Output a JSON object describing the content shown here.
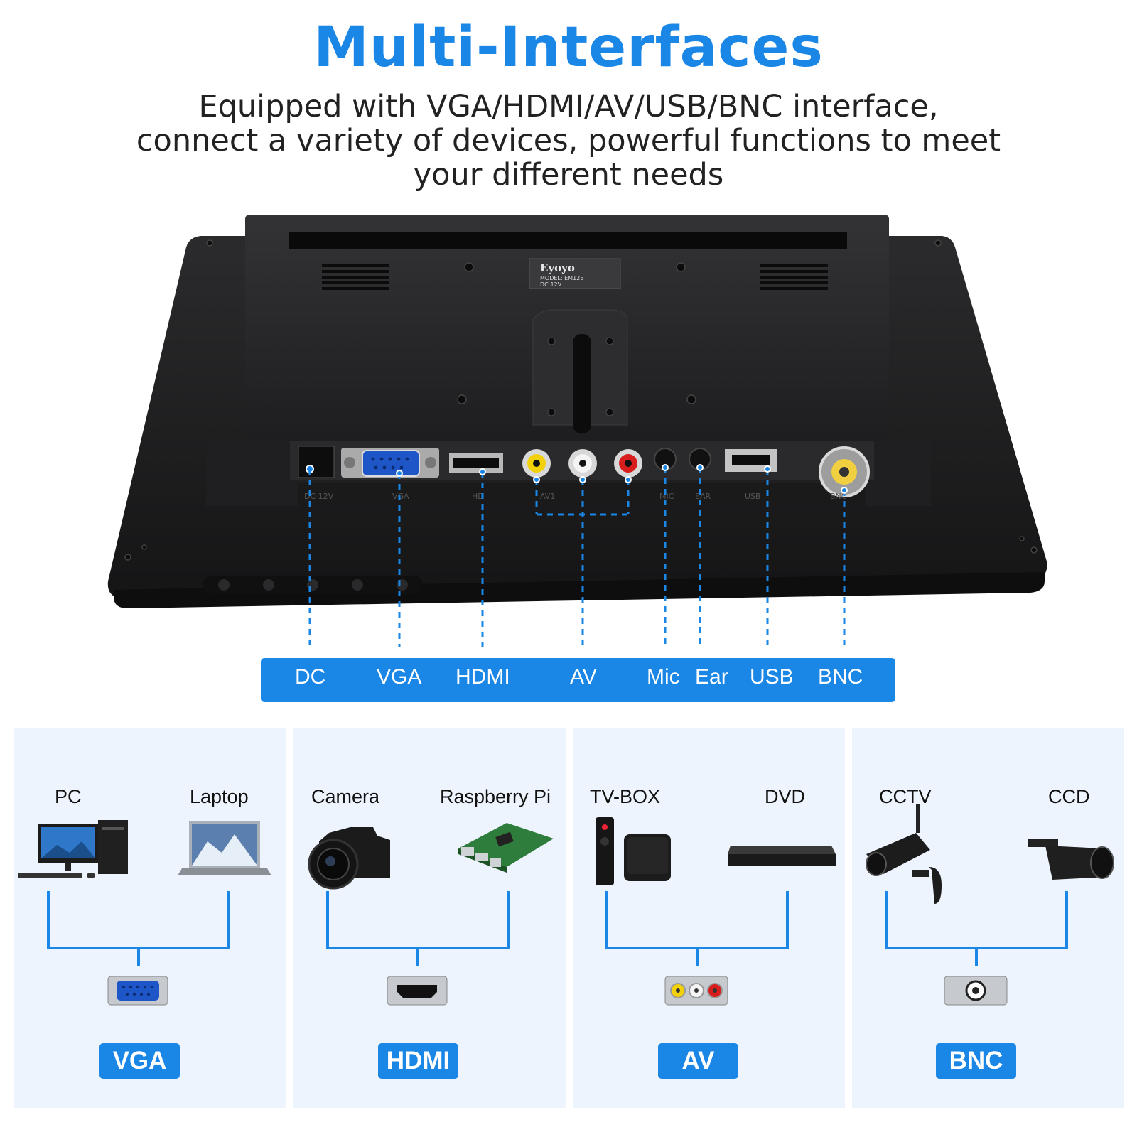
{
  "heading": {
    "title": "Multi-Interfaces",
    "subtitle_lines": [
      "Equipped with VGA/HDMI/AV/USB/BNC interface,",
      "connect a variety of devices, powerful functions to meet",
      "your different needs"
    ]
  },
  "monitor": {
    "brand": "Eyoyo",
    "model_line": "MODEL: EM12B",
    "power_line": "DC:12V",
    "port_silkscreen": [
      "DC 12V",
      "VGA",
      "HD",
      "AV1",
      "MIC",
      "EAR",
      "USB",
      "BNC"
    ]
  },
  "port_labels": [
    "DC",
    "VGA",
    "HDMI",
    "AV",
    "Mic",
    "Ear",
    "USB",
    "BNC"
  ],
  "panels": [
    {
      "left_device": "PC",
      "right_device": "Laptop",
      "interface": "VGA",
      "left_icon": "desktop-pc-icon",
      "right_icon": "laptop-icon",
      "port_icon": "vga-port-icon"
    },
    {
      "left_device": "Camera",
      "right_device": "Raspberry Pi",
      "interface": "HDMI",
      "left_icon": "dslr-camera-icon",
      "right_icon": "raspberry-pi-icon",
      "port_icon": "hdmi-port-icon"
    },
    {
      "left_device": "TV-BOX",
      "right_device": "DVD",
      "interface": "AV",
      "left_icon": "tv-box-icon",
      "right_icon": "dvd-player-icon",
      "port_icon": "av-port-icon"
    },
    {
      "left_device": "CCTV",
      "right_device": "CCD",
      "interface": "BNC",
      "left_icon": "cctv-camera-icon",
      "right_icon": "ccd-camera-icon",
      "port_icon": "bnc-port-icon"
    }
  ],
  "colors": {
    "accent": "#1a86e6",
    "panel_bg": "#eef4fd",
    "text": "#222222",
    "monitor": "#1e1e20"
  }
}
